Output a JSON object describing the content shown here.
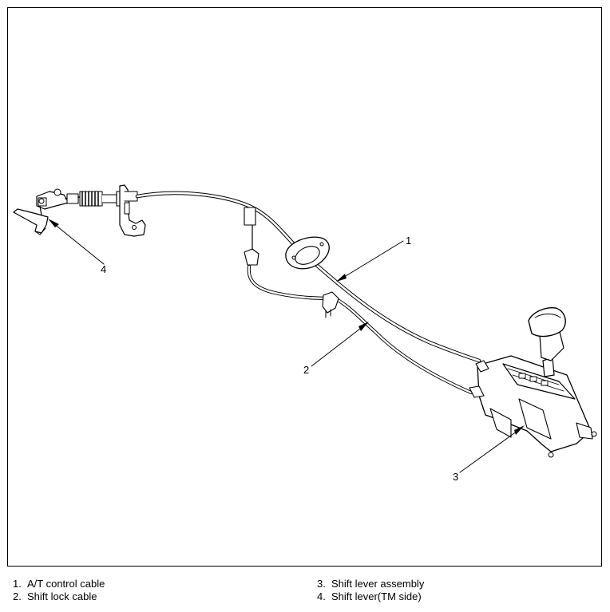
{
  "callouts": {
    "c1": "1",
    "c2": "2",
    "c3": "3",
    "c4": "4"
  },
  "legend": [
    {
      "num": "1.",
      "label": "A/T control cable"
    },
    {
      "num": "2.",
      "label": "Shift lock cable"
    },
    {
      "num": "3.",
      "label": "Shift lever assembly"
    },
    {
      "num": "4.",
      "label": "Shift lever(TM side)"
    }
  ]
}
